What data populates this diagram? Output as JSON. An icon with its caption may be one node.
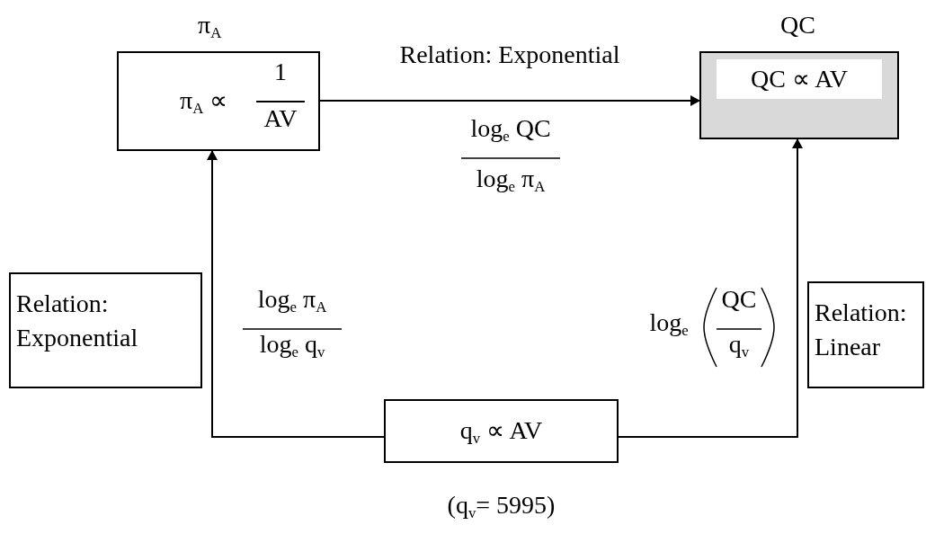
{
  "diagram": {
    "nodes": [
      {
        "text": [
          "π$_{A}$",
          "π$_{A}$ ∝",
          "1",
          "AV"
        ]
      },
      {
        "text": [
          "QC",
          "QC ∝  AV"
        ]
      },
      {
        "text": [
          "q$_{v}$ ∝  AV"
        ],
        "beside": [
          "(q$_{v}$= 5995)"
        ]
      },
      {
        "text": [
          "Relation: Exponential"
        ]
      },
      {
        "text": [
          "Relation: Linear"
        ]
      }
    ],
    "edges": [
      {
        "from": 0,
        "to": 1,
        "arrow": "to",
        "label": "Relation: Exponential"
      },
      {
        "from": 2,
        "to": 0,
        "arrow": "to"
      },
      {
        "from": 2,
        "to": 1,
        "arrow": "to"
      }
    ],
    "labels": [
      "log$_{e}$ QC",
      "log$_{e}$ π$_{A}$",
      "log$_{e}$ π$_{A}$",
      "log$_{e}$ q$_{v}$",
      "log$_{e}$",
      "QC",
      "q$_{v}$"
    ]
  }
}
